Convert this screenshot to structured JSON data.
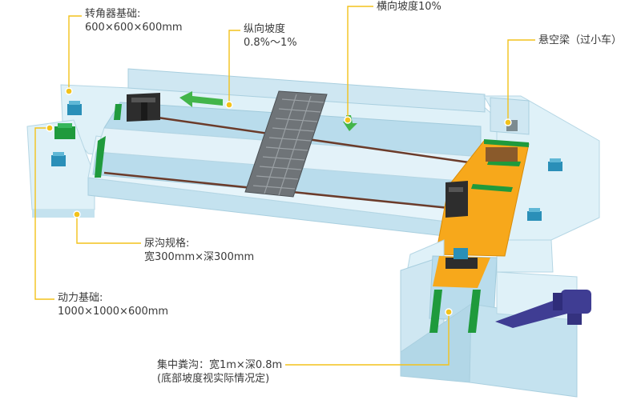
{
  "labels": {
    "corner_base": {
      "line1": "转角器基础:",
      "line2": "600×600×600mm"
    },
    "long_slope": {
      "line1": "纵向坡度",
      "line2": "0.8%～1%"
    },
    "cross_slope": {
      "line1": "横向坡度10%"
    },
    "cantilever": {
      "line1": "悬空梁（过小车）"
    },
    "trench": {
      "line1": "尿沟规格:",
      "line2": "宽300mm×深300mm"
    },
    "power_base": {
      "line1": "动力基础:",
      "line2": "1000×1000×600mm"
    },
    "collect_pit": {
      "line1": "集中粪沟：宽1m×深0.8m",
      "line2": "(底部坡度视实际情况定)"
    }
  },
  "colors": {
    "concrete_top": "#dff1f8",
    "concrete_side": "#c4e2ef",
    "concrete_edge": "#a9cfdf",
    "scraper_orange": "#f7a81b",
    "green_accent": "#1f9a3c",
    "arrow_green": "#43b54a",
    "grate_gray": "#6f7478",
    "motor_purple": "#3f3d93",
    "rope_brown": "#6b3b2a",
    "leader_yellow": "#f3c21b",
    "unit_teal": "#2a8fb8"
  }
}
